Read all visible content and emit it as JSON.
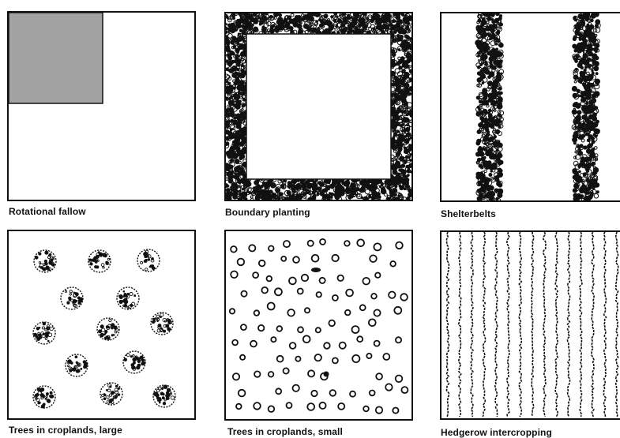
{
  "colors": {
    "ink": "#111111",
    "fallow_fill": "#a3a3a3",
    "paper": "#ffffff"
  },
  "panels": [
    {
      "id": "rotational-fallow",
      "label": "Rotational fallow",
      "pattern": "shaded corner block"
    },
    {
      "id": "boundary-planting",
      "label": "Boundary planting",
      "pattern": "tree band around perimeter"
    },
    {
      "id": "shelterbelts",
      "label": "Shelterbelts",
      "pattern": "two vertical tree belts"
    },
    {
      "id": "trees-croplands-large",
      "label": "Trees in croplands, large",
      "pattern": "scattered large tree crowns"
    },
    {
      "id": "trees-croplands-small",
      "label": "Trees in croplands, small",
      "pattern": "many small scattered trees"
    },
    {
      "id": "hedgerow-intercropping",
      "label": "Hedgerow intercropping",
      "pattern": "closely spaced hedgerow lines"
    }
  ]
}
